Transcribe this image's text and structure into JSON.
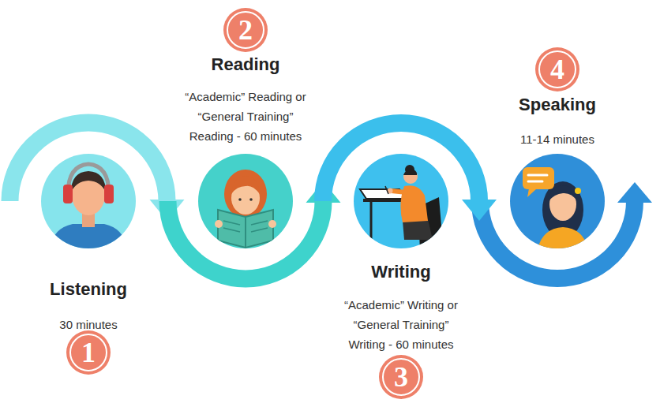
{
  "diagram": {
    "nodes": [
      {
        "text": [
          "Listening",
          "30 minutes"
        ]
      },
      {
        "text": [
          "Reading",
          "“Academic” Reading or “General Training” Reading - 60 minutes"
        ]
      },
      {
        "text": [
          "Writing",
          "“Academic” Writing or “General Training” Writing - 60 minutes"
        ]
      },
      {
        "text": [
          "Speaking",
          "11-14 minutes"
        ]
      }
    ],
    "edges": [
      {
        "from": 0,
        "to": 1,
        "arrow": "to"
      },
      {
        "from": 1,
        "to": 2,
        "arrow": "to"
      },
      {
        "from": 2,
        "to": 3,
        "arrow": "to"
      }
    ],
    "labels": [
      "1",
      "2",
      "3",
      "4"
    ]
  }
}
